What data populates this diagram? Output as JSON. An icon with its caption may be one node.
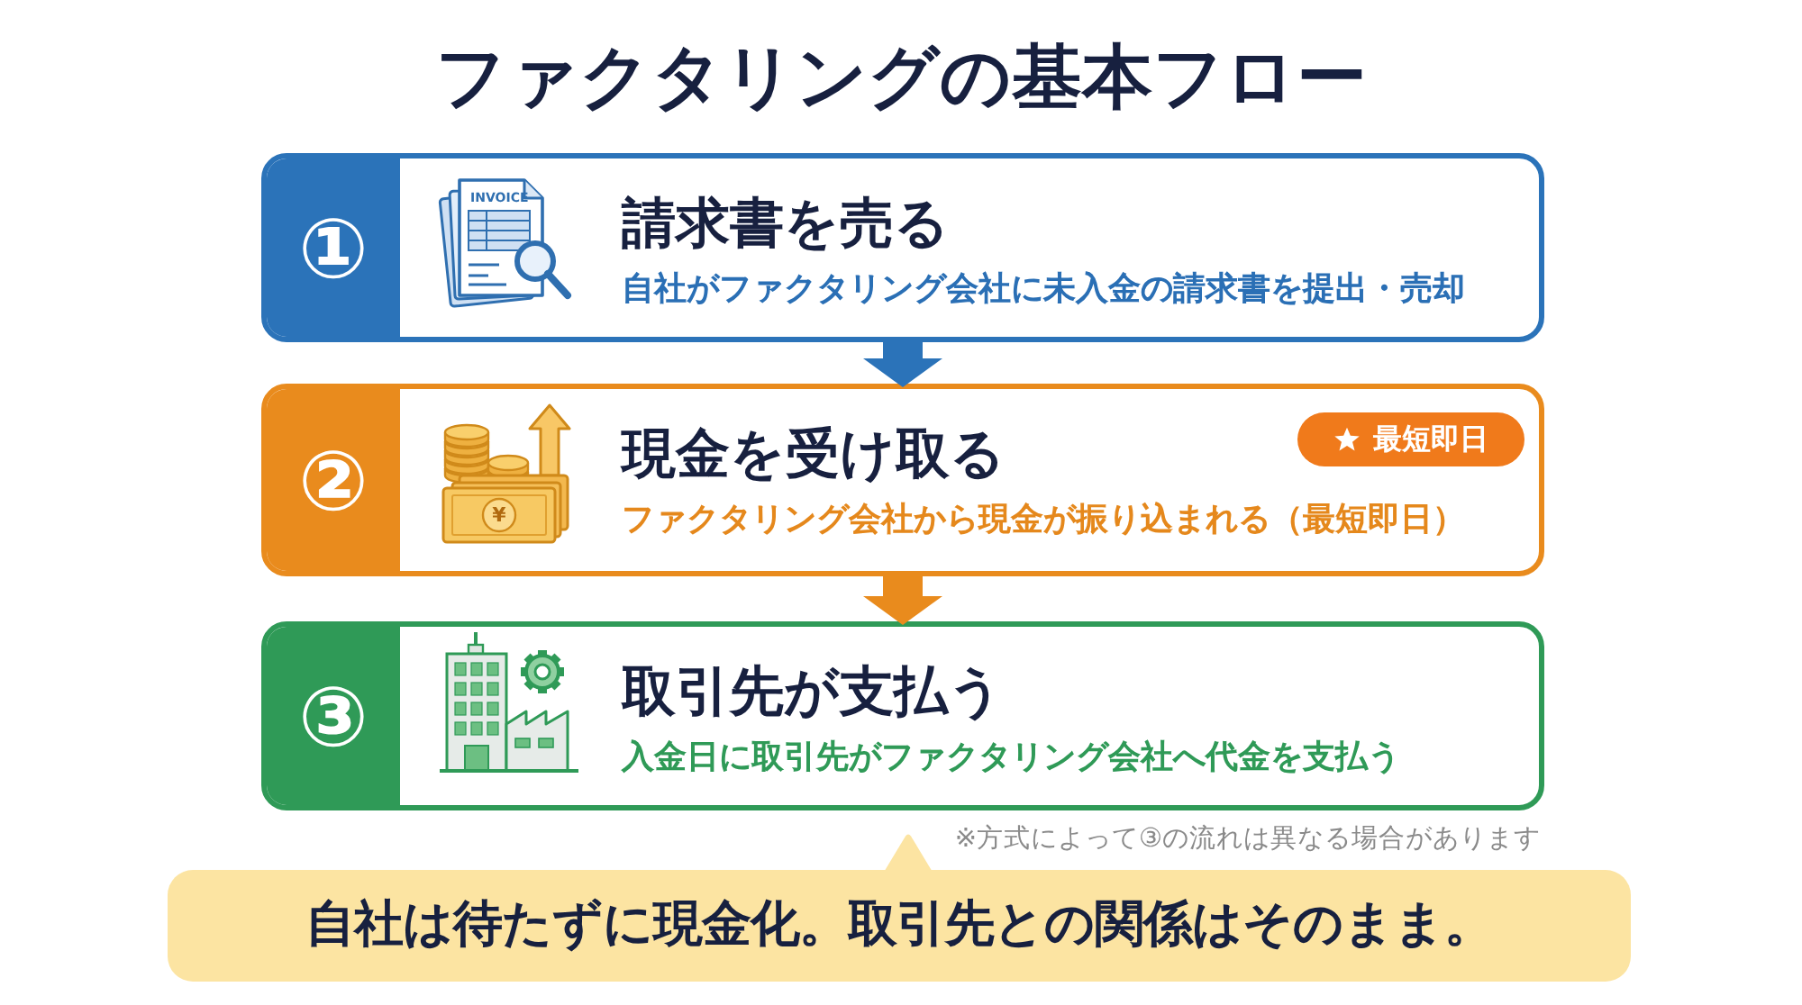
{
  "diagram": {
    "title": "ファクタリングの基本フロー",
    "nodes": [
      {
        "text": [
          "①",
          "請求書を売る",
          "自社がファクタリング会社に未入金の請求書を提出・売却"
        ]
      },
      {
        "text": [
          "②",
          "現金を受け取る",
          "ファクタリング会社から現金が振り込まれる（最短即日）"
        ]
      },
      {
        "text": [
          "最短即日"
        ],
        "in": 1
      },
      {
        "text": [
          "③",
          "取引先が支払う",
          "入金日に取引先がファクタリング会社へ代金を支払う"
        ]
      },
      {
        "text": [
          "自社は待たずに現金化。取引先との関係はそのまま。"
        ]
      }
    ],
    "edges": [
      {
        "from": 0,
        "to": 1,
        "arrow": "to",
        "color": "#2b73b9"
      },
      {
        "from": 1,
        "to": 3,
        "arrow": "to",
        "color": "#e98b1d"
      }
    ],
    "labels": [
      "INVOICE",
      "¥",
      "※方式によって③の流れは異なる場合があります"
    ]
  }
}
